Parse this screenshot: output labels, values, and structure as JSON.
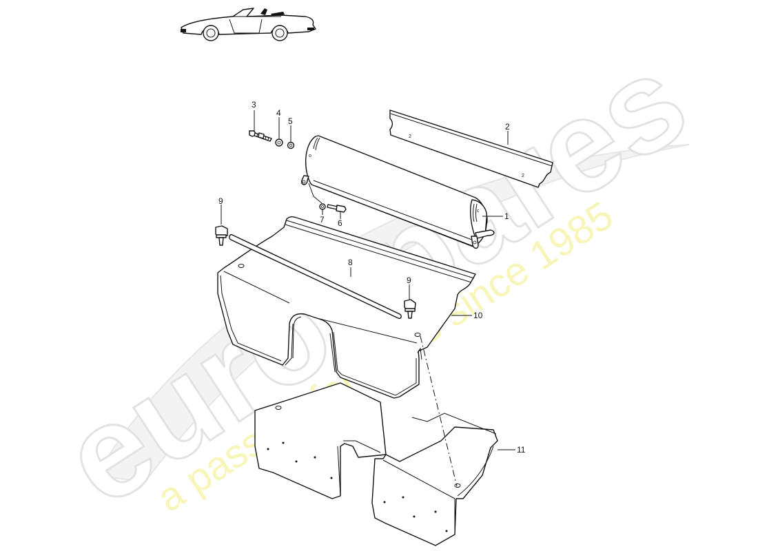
{
  "watermark": {
    "brand": "eurospares",
    "tagline": "a passion for parts since 1985",
    "brand_color": "#e8e8e8",
    "tagline_color": "#f5f3a8"
  },
  "thumbnail": {
    "subject": "convertible-car-side-view"
  },
  "callouts": [
    {
      "id": "1",
      "label": "1",
      "part": "roll-bar-cover"
    },
    {
      "id": "2",
      "label": "2",
      "part": "trim-strip"
    },
    {
      "id": "3",
      "label": "3",
      "part": "bolt"
    },
    {
      "id": "4",
      "label": "4",
      "part": "washer"
    },
    {
      "id": "5",
      "label": "5",
      "part": "nut"
    },
    {
      "id": "6",
      "label": "6",
      "part": "screw"
    },
    {
      "id": "7",
      "label": "7",
      "part": "washer-small"
    },
    {
      "id": "8",
      "label": "8",
      "part": "rod"
    },
    {
      "id": "9a",
      "label": "9",
      "part": "clip-left"
    },
    {
      "id": "9b",
      "label": "9",
      "part": "clip-right"
    },
    {
      "id": "10",
      "label": "10",
      "part": "rear-carpet"
    },
    {
      "id": "11",
      "label": "11",
      "part": "floor-mat"
    }
  ]
}
